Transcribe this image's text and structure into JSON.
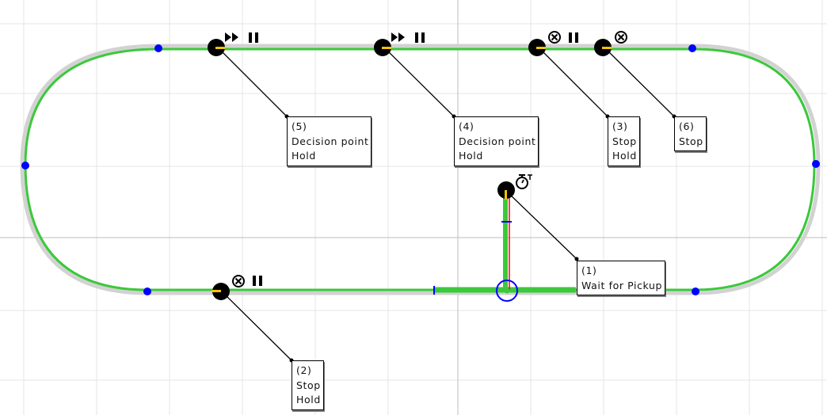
{
  "colors": {
    "track": "#3cc83c",
    "track_shadow": "#d2d2d2",
    "grid": "#e4e4e4",
    "axis": "#bdbdbd",
    "node": "#0000ff",
    "station": "#000000",
    "station_marker": "#f5c400",
    "spur_red": "#ff0000"
  },
  "icons": {
    "decision": "fast-forward-icon",
    "hold": "pause-icon",
    "stop": "stop-circle-x-icon",
    "wait": "stopwatch-icon",
    "origin": "origin-target-icon"
  },
  "stations": [
    {
      "id": "s5",
      "lines": [
        "(5)",
        "Decision point",
        "Hold"
      ]
    },
    {
      "id": "s4",
      "lines": [
        "(4)",
        "Decision point",
        "Hold"
      ]
    },
    {
      "id": "s3",
      "lines": [
        "(3)",
        "Stop",
        "Hold"
      ]
    },
    {
      "id": "s6",
      "lines": [
        "(6)",
        "Stop"
      ]
    },
    {
      "id": "s1",
      "lines": [
        "(1)",
        "Wait for Pickup"
      ]
    },
    {
      "id": "s2",
      "lines": [
        "(2)",
        "Stop",
        "Hold"
      ]
    }
  ]
}
